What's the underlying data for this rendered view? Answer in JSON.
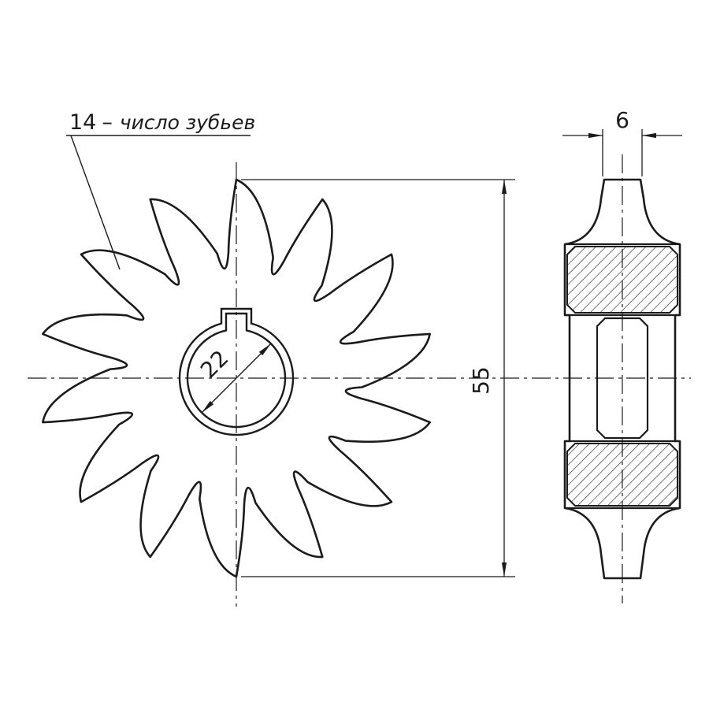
{
  "drawing": {
    "labels": {
      "teeth_note_number": "14",
      "teeth_note_sep": "–",
      "teeth_note_text": "число зубьев",
      "dim_bore": "22",
      "dim_outer": "55",
      "dim_width": "6"
    },
    "params": {
      "teeth_count": 14
    },
    "colors": {
      "line": "#1b1b1b",
      "background": "#ffffff"
    }
  }
}
